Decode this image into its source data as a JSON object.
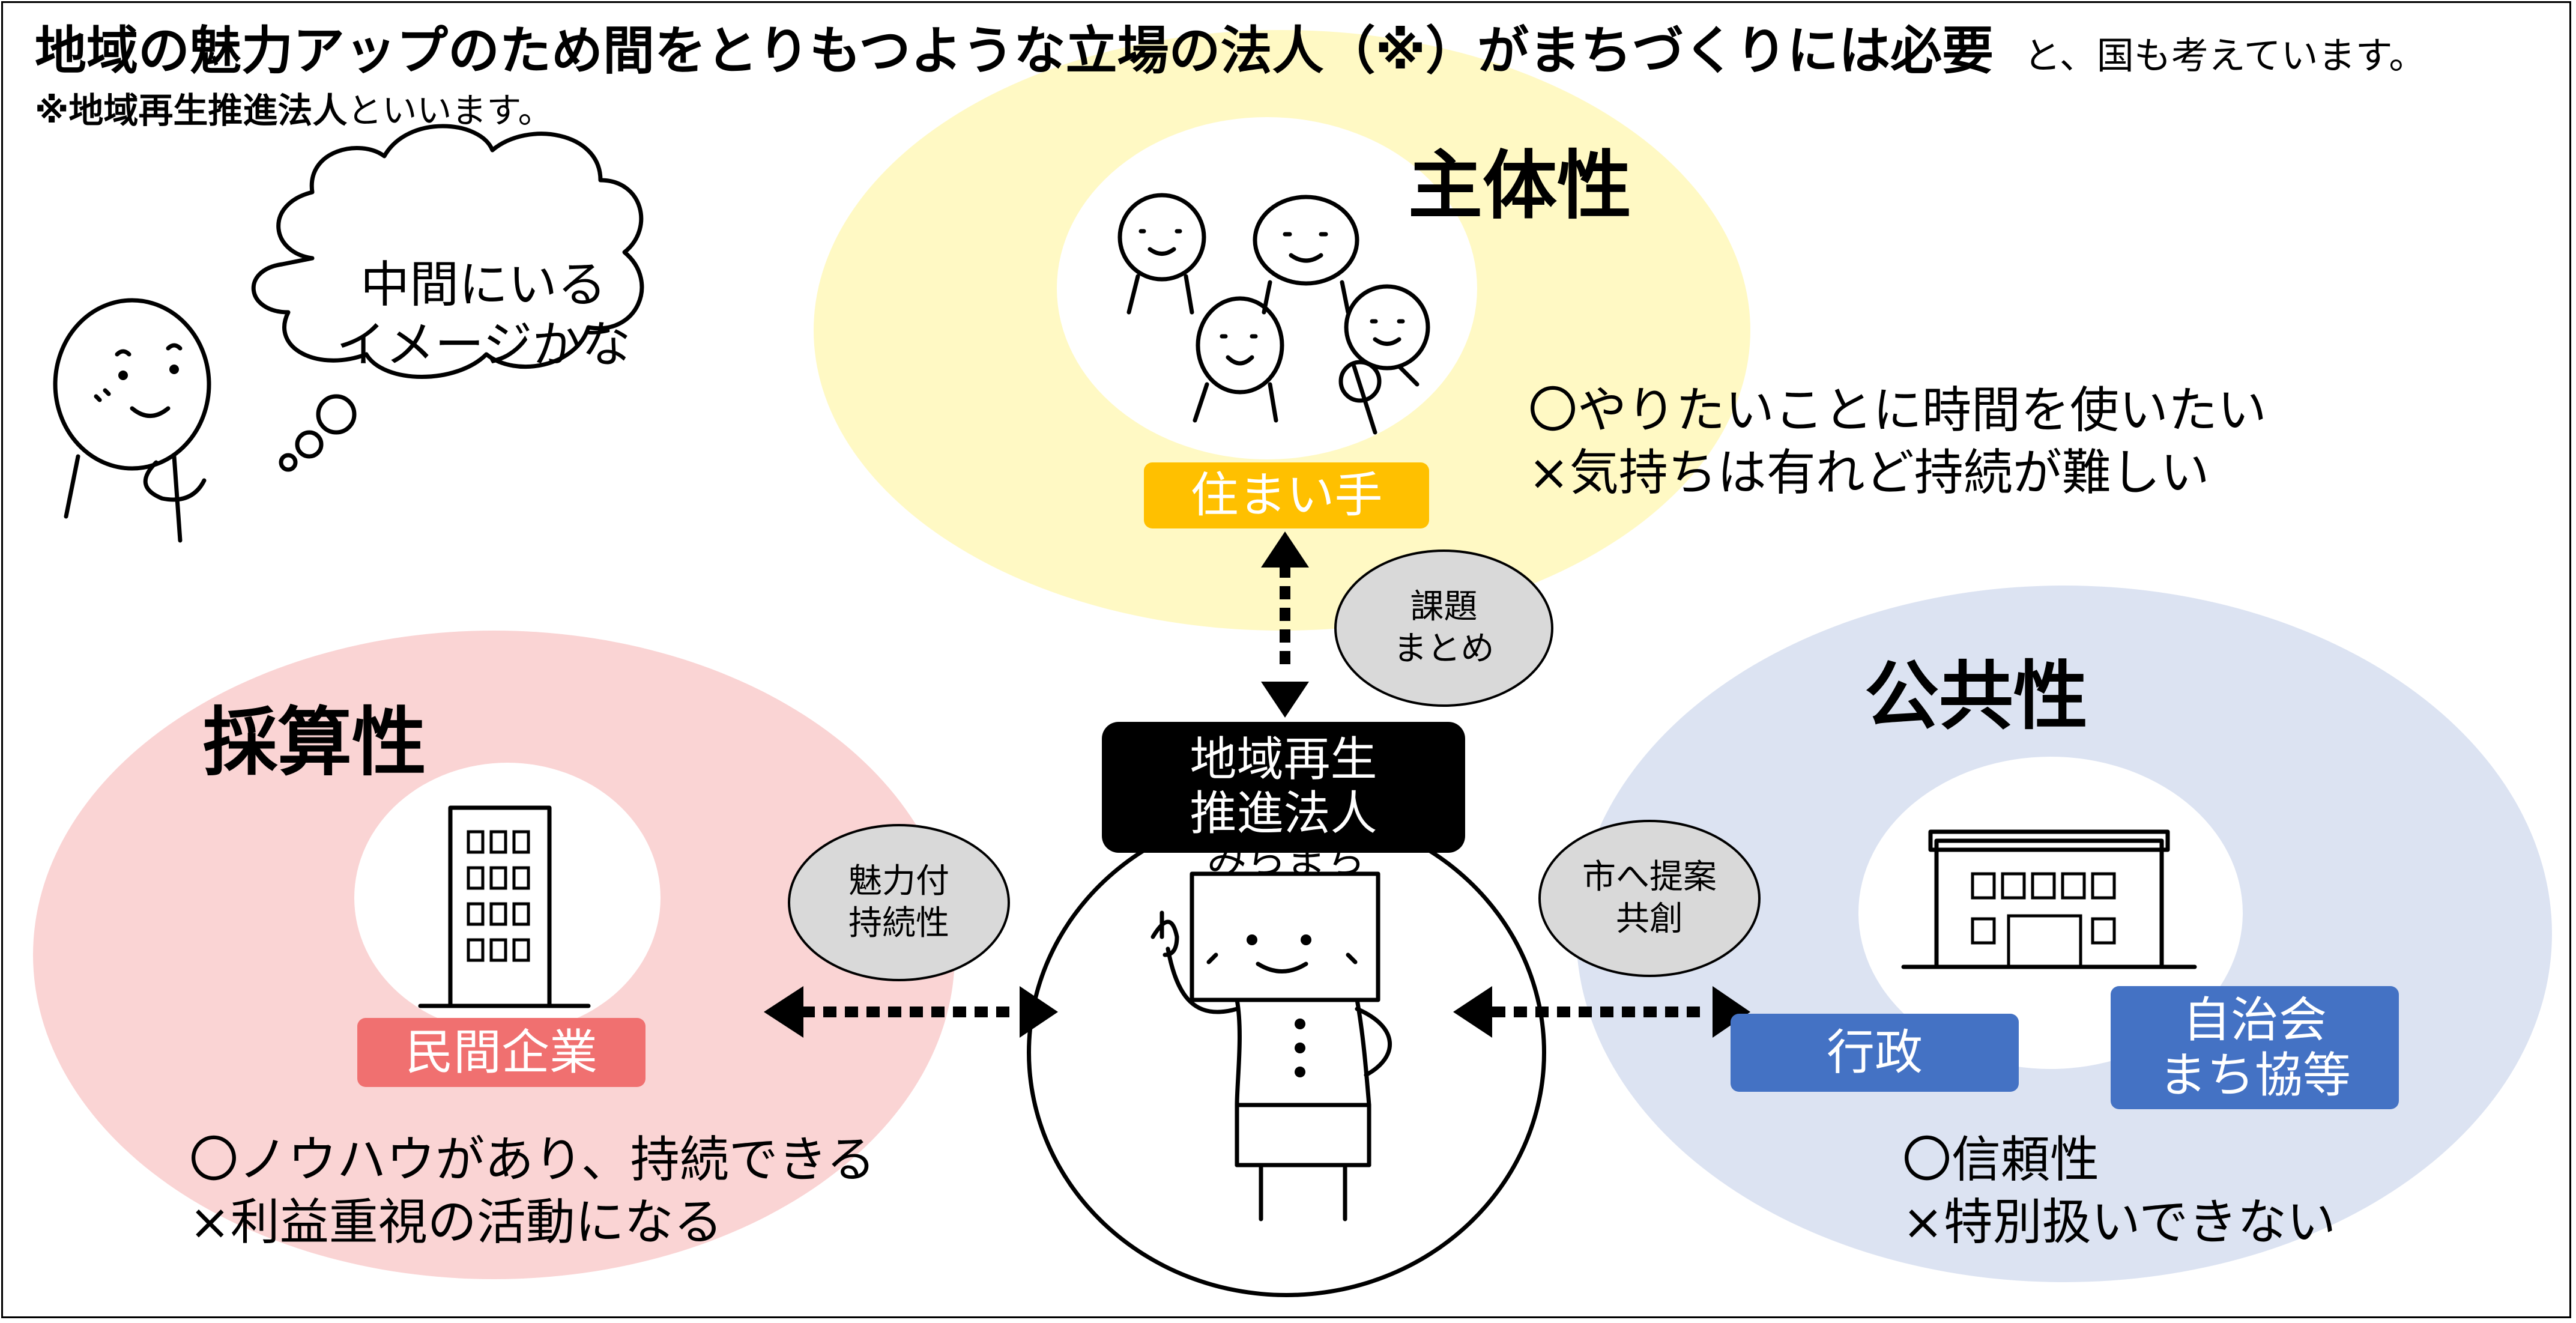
{
  "title": {
    "main": "地域の魅力アップのため間をとりもつような立場の法人（※）がまちづくりには必要",
    "suffix": "と、国も考えています。",
    "footnote_bold": "※地域再生推進法人",
    "footnote_rest": "といいます。"
  },
  "thought_bubble": {
    "line1": "中間にいる",
    "line2": "イメージかな"
  },
  "top_group": {
    "heading": "主体性",
    "tag": "住まい手",
    "pros": "〇やりたいことに時間を使いたい",
    "cons": "×気持ちは有れど持続が難しい",
    "color": "#fff9c4"
  },
  "left_group": {
    "heading": "採算性",
    "tag": "民間企業",
    "pros": "〇ノウハウがあり、持続できる",
    "cons": "×利益重視の活動になる",
    "color": "#fad4d4"
  },
  "right_group": {
    "heading": "公共性",
    "tag1": "行政",
    "tag2_line1": "自治会",
    "tag2_line2": "まち協等",
    "pros": "〇信頼性",
    "cons": "×特別扱いできない",
    "color": "#dce3f2"
  },
  "center": {
    "line1": "地域再生",
    "line2": "推進法人",
    "name": "みらまち"
  },
  "links": {
    "top_line1": "課題",
    "top_line2": "まとめ",
    "left_line1": "魅力付",
    "left_line2": "持続性",
    "right_line1": "市へ提案",
    "right_line2": "共創"
  },
  "colors": {
    "tag_top": "#ffc000",
    "tag_left": "#f07070",
    "tag_right": "#4472c4",
    "center_box": "#000000",
    "link_bubble": "#d9d9d9"
  }
}
